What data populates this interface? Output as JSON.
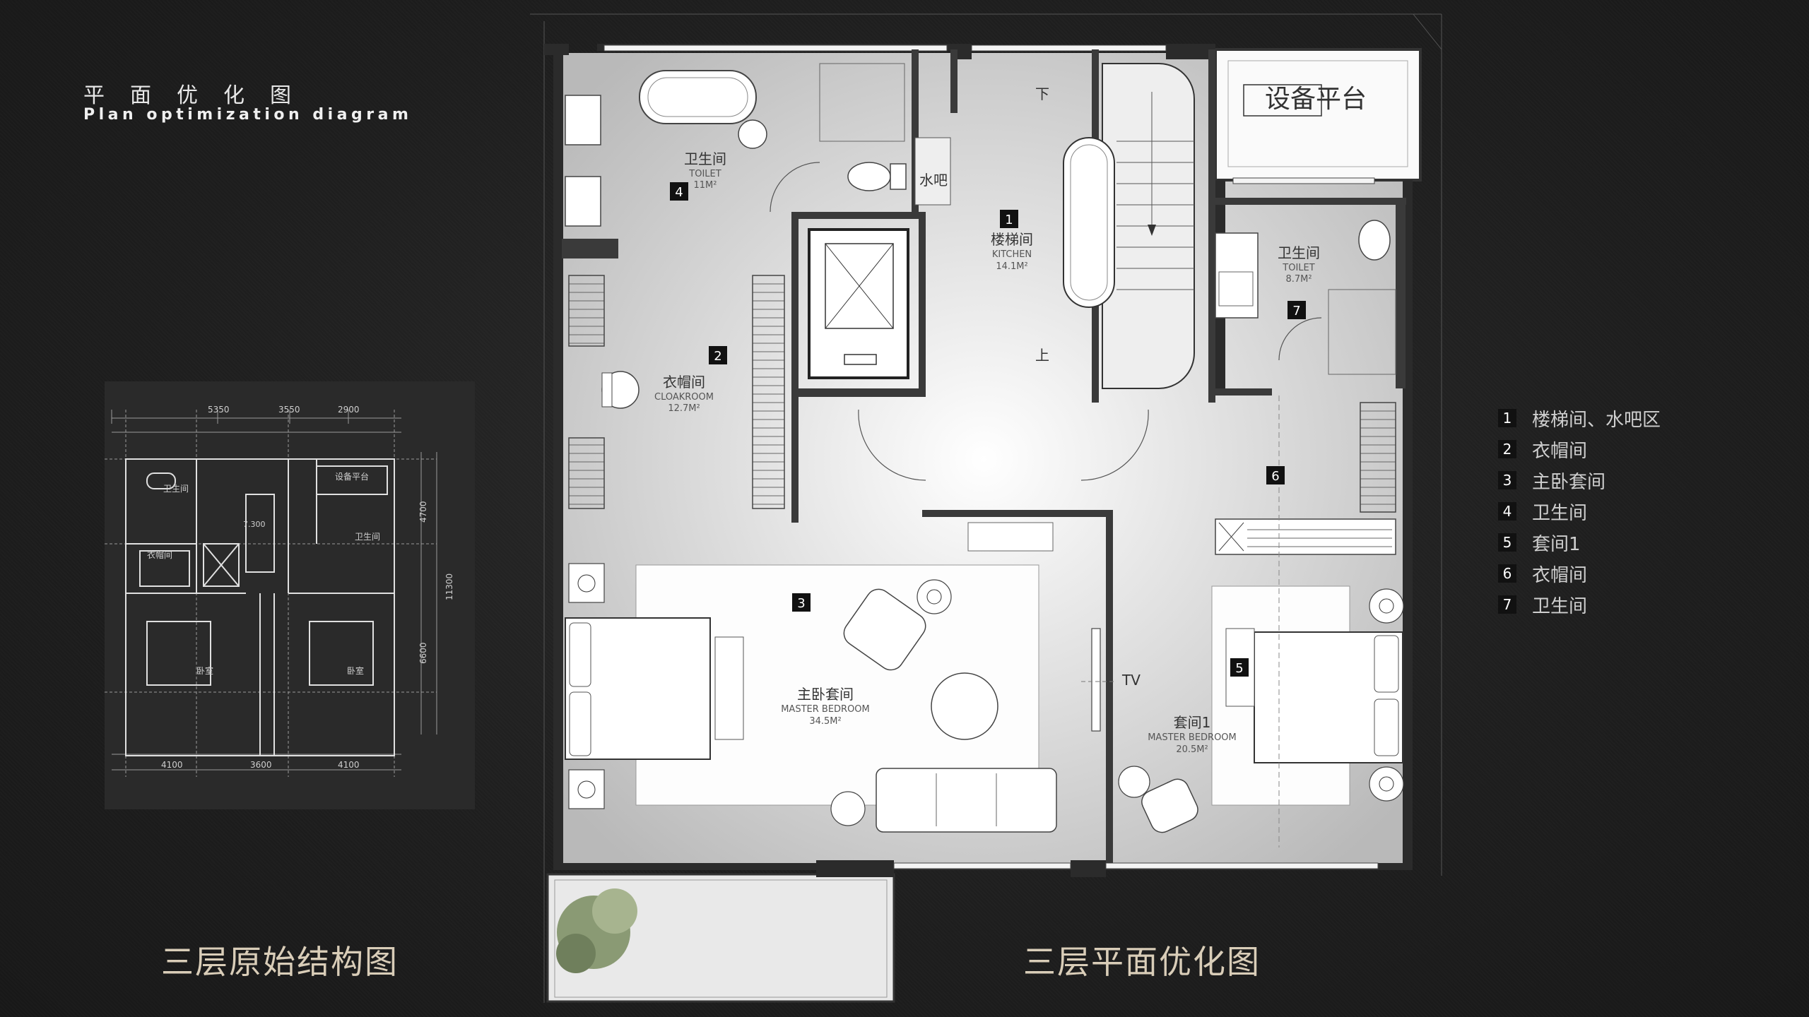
{
  "header": {
    "title_cn": "平面优化图",
    "title_en": "Plan optimization diagram"
  },
  "captions": {
    "original": "三层原始结构图",
    "optimized": "三层平面优化图"
  },
  "legend": [
    {
      "num": "1",
      "label": "楼梯间、水吧区"
    },
    {
      "num": "2",
      "label": "衣帽间"
    },
    {
      "num": "3",
      "label": "主卧套间"
    },
    {
      "num": "4",
      "label": "卫生间"
    },
    {
      "num": "5",
      "label": "套间1"
    },
    {
      "num": "6",
      "label": "衣帽间"
    },
    {
      "num": "7",
      "label": "卫生间"
    }
  ],
  "rooms": {
    "equipment": "设备平台",
    "bath4": {
      "cn": "卫生间",
      "en": "TOILET",
      "area": "11M²",
      "num": "4"
    },
    "stair1": {
      "cn": "楼梯间",
      "en": "KITCHEN",
      "area": "14.1M²",
      "num": "1"
    },
    "bath7": {
      "cn": "卫生间",
      "en": "TOILET",
      "area": "8.7M²",
      "num": "7"
    },
    "cloak2": {
      "cn": "衣帽间",
      "en": "CLOAKROOM",
      "area": "12.7M²",
      "num": "2"
    },
    "master3": {
      "cn": "主卧套间",
      "en": "MASTER BEDROOM",
      "area": "34.5M²",
      "num": "3"
    },
    "suite5": {
      "cn": "套间1",
      "en": "MASTER BEDROOM",
      "area": "20.5M²",
      "num": "5"
    },
    "num6": "6",
    "waterbar": "水吧",
    "stair_down": "下",
    "stair_up": "上",
    "tv": "TV"
  },
  "original_plan": {
    "dims_top": [
      "5350",
      "3550",
      "2900"
    ],
    "dims_bottom": [
      "4100",
      "3600",
      "4100"
    ],
    "dims_right": [
      "4700",
      "6600"
    ],
    "dim_total": "11300",
    "elev": "7.300",
    "labels": {
      "bath": "卫生间",
      "equip": "设备平台",
      "cloak": "衣帽间",
      "bath2": "卫生间",
      "bed1": "卧室",
      "bed2": "卧室"
    }
  }
}
